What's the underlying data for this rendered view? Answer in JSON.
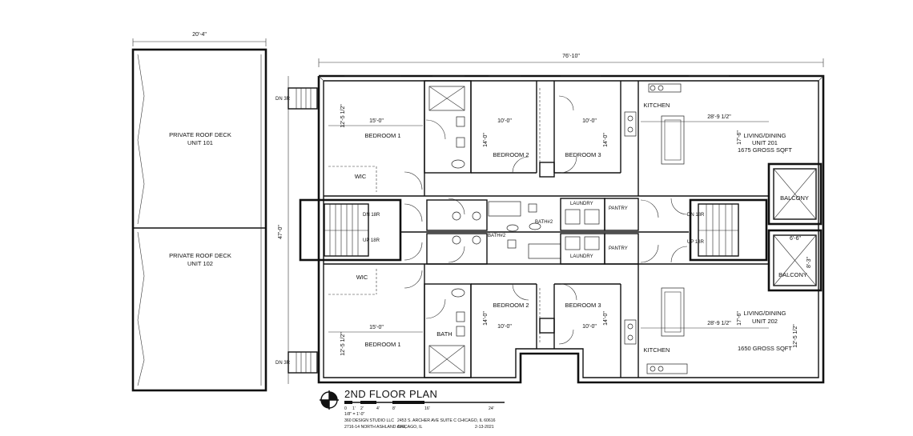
{
  "plan": {
    "title": "2ND FLOOR PLAN",
    "scale_note": "1/8\" = 1'-0\"",
    "scale_ticks": [
      "0",
      "1'",
      "2'",
      "4'",
      "8'",
      "16'",
      "24'"
    ],
    "footer": {
      "firm": "360 DESIGN STUDIO LLC",
      "address": "2453 S. ARCHER AVE   SUITE C   CHICAGO, IL   60616",
      "project_address": "2716-14 NORTH ASHLAND AVE,",
      "city": "CHICAGO, IL",
      "date": "2-13-2021"
    }
  },
  "dimensions": {
    "deck_width": "20'-4\"",
    "building_width": "76'-10\"",
    "deck_depth": "47'-0\"",
    "bed1_top_width": "15'-0\"",
    "bed1_top_depth": "12'-5 1/2\"",
    "bed2_top_width": "10'-0\"",
    "bed2_top_depth": "14'-0\"",
    "bed3_top_width": "10'-0\"",
    "bed3_top_depth": "14'-0\"",
    "living_top_width": "28'-9 1/2\"",
    "living_top_depth": "17'-6\"",
    "bed1_bot_width": "15'-0\"",
    "bed1_bot_depth": "12'-5 1/2\"",
    "bed2_bot_width": "10'-0\"",
    "bed2_bot_depth": "14'-0\"",
    "bed3_bot_width": "10'-0\"",
    "bed3_bot_depth": "14'-0\"",
    "living_bot_width": "28'-9 1/2\"",
    "living_bot_depth": "17'-6\"",
    "living_bot_side": "12'-5 1/2\"",
    "balcony_width": "6'-6\"",
    "balcony_depth": "8'-3\""
  },
  "rooms": {
    "deck_top": [
      "PRIVATE ROOF DECK",
      "UNIT 101"
    ],
    "deck_bottom": [
      "PRIVATE ROOF DECK",
      "UNIT 102"
    ],
    "bedroom1": "BEDROOM 1",
    "bedroom2": "BEDROOM 2",
    "bedroom3": "BEDROOM 3",
    "wic": "WIC",
    "kitchen": "KITCHEN",
    "laundry": "LAUNDRY",
    "pantry": "PANTRY",
    "bath2": "BATH#2",
    "bath": "BATH",
    "balcony": "BALCONY",
    "unit201": [
      "LIVING/DINING",
      "UNIT 201",
      "1675 GROSS SQFT"
    ],
    "unit202": [
      "LIVING/DINING",
      "UNIT 202",
      "1650 GROSS SQFT"
    ]
  },
  "stairs": {
    "dn_3r": "DN 3R",
    "dn_18r": "DN 18R",
    "up_18r": "UP 18R"
  }
}
